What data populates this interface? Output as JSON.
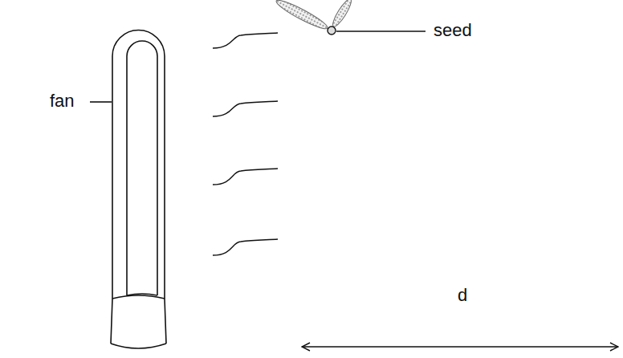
{
  "diagram": {
    "labels": [
      "fan",
      "seed",
      "d"
    ]
  }
}
